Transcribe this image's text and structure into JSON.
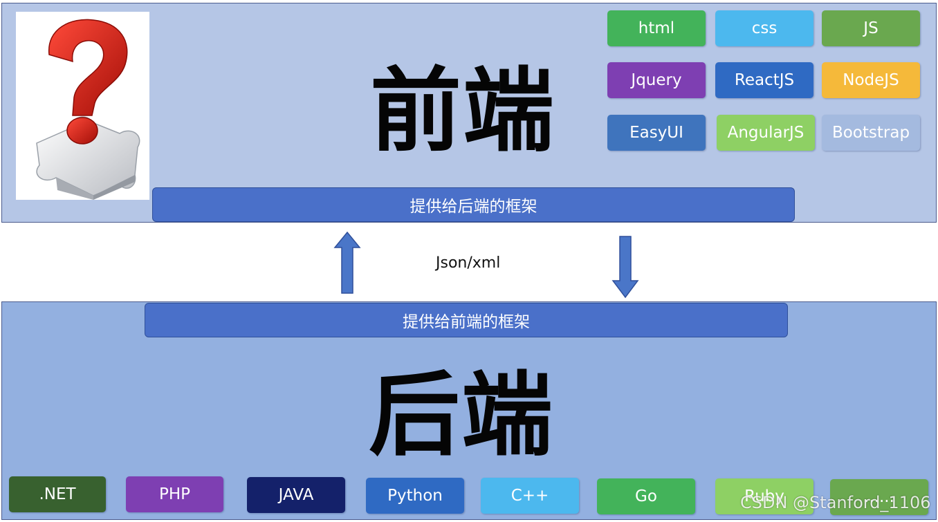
{
  "frontend": {
    "title": "前端",
    "bar_label": "提供给后端的框架",
    "tags": [
      {
        "label": "html",
        "color": "#43b35a"
      },
      {
        "label": "css",
        "color": "#4cb8ee"
      },
      {
        "label": "JS",
        "color": "#6aa84f"
      },
      {
        "label": "Jquery",
        "color": "#7e3fb2"
      },
      {
        "label": "ReactJS",
        "color": "#2f6ac3"
      },
      {
        "label": "NodeJS",
        "color": "#f5b93a"
      },
      {
        "label": "EasyUI",
        "color": "#3f74bd"
      },
      {
        "label": "AngularJS",
        "color": "#8ed064"
      },
      {
        "label": "Bootstrap",
        "color": "#a4badf"
      }
    ]
  },
  "exchange": {
    "label": "Json/xml"
  },
  "backend": {
    "title": "后端",
    "bar_label": "提供给前端的框架",
    "tags": [
      {
        "label": ".NET",
        "color": "#38612f"
      },
      {
        "label": "PHP",
        "color": "#7e3fb2"
      },
      {
        "label": "JAVA",
        "color": "#14216a"
      },
      {
        "label": "Python",
        "color": "#2f6ac3"
      },
      {
        "label": "C++",
        "color": "#4cb8ee"
      },
      {
        "label": "Go",
        "color": "#43b35a"
      },
      {
        "label": "Ruby",
        "color": "#8ed064"
      },
      {
        "label": "......",
        "color": "#6aa84f"
      }
    ]
  },
  "watermark": "CSDN @Stanford_1106"
}
